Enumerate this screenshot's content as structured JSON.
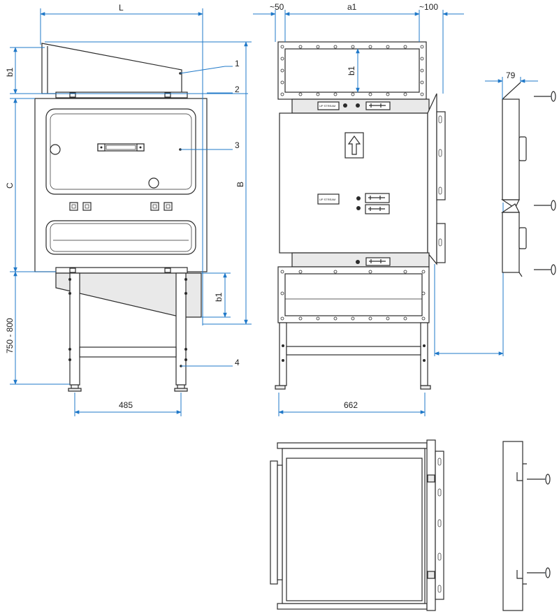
{
  "dimensions": {
    "L": "L",
    "a1": "a1",
    "approx_50": "~50",
    "approx_100": "~100",
    "b1": "b1",
    "C": "C",
    "B": "B",
    "leg_height": "750 - 800",
    "width_485": "485",
    "width_662": "662",
    "depth_79": "79"
  },
  "callouts": [
    "1",
    "2",
    "3",
    "4"
  ],
  "labels": {
    "upstream": "UP STREAM"
  },
  "colors": {
    "line": "#2b2b2b",
    "dimension": "#1f78c8",
    "panel_fill": "#e9e9e9"
  }
}
